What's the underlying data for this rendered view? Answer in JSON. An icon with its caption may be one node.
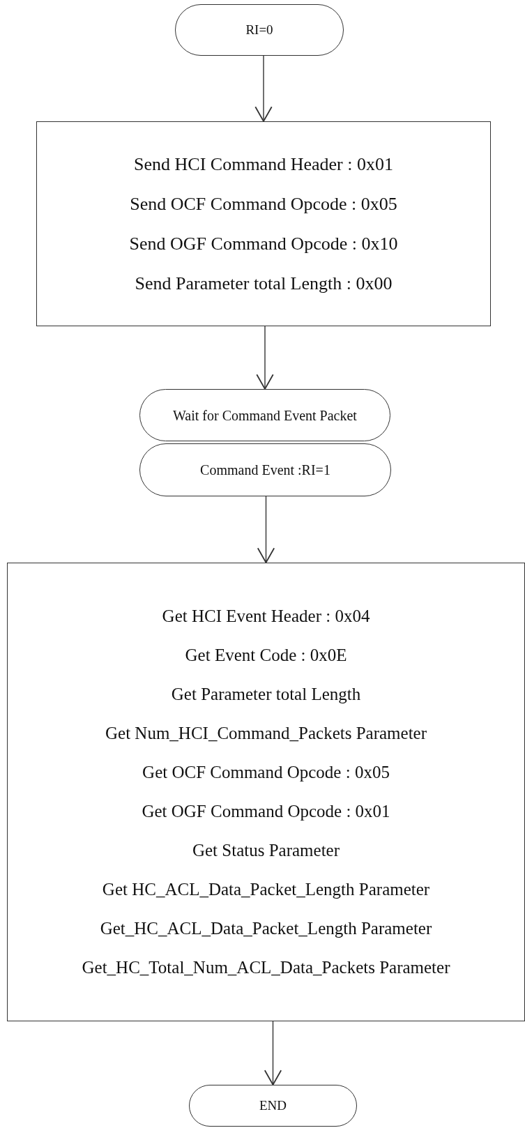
{
  "diagram": {
    "nodes": [
      {
        "text": [
          "RI=0"
        ]
      },
      {
        "text": [
          "Send HCI Command Header : 0x01",
          "Send OCF Command Opcode : 0x05",
          "Send OGF Command Opcode : 0x10",
          "Send Parameter total Length : 0x00"
        ]
      },
      {
        "text": [
          "Wait for Command Event Packet"
        ]
      },
      {
        "text": [
          "Command Event :RI=1"
        ]
      },
      {
        "text": [
          "Get HCI Event Header : 0x04",
          "Get Event Code : 0x0E",
          "Get Parameter total Length",
          "Get Num_HCI_Command_Packets Parameter",
          "Get OCF Command Opcode : 0x05",
          "Get OGF Command Opcode : 0x01",
          "Get Status Parameter",
          "Get HC_ACL_Data_Packet_Length Parameter",
          "Get_HC_ACL_Data_Packet_Length Parameter",
          "Get_HC_Total_Num_ACL_Data_Packets Parameter"
        ]
      },
      {
        "text": [
          "END"
        ]
      }
    ],
    "edges": [
      {
        "from": 0,
        "to": 1,
        "arrow": "to"
      },
      {
        "from": 1,
        "to": 2,
        "arrow": "to"
      },
      {
        "from": 3,
        "to": 4,
        "arrow": "to"
      },
      {
        "from": 4,
        "to": 5,
        "arrow": "to"
      }
    ]
  }
}
